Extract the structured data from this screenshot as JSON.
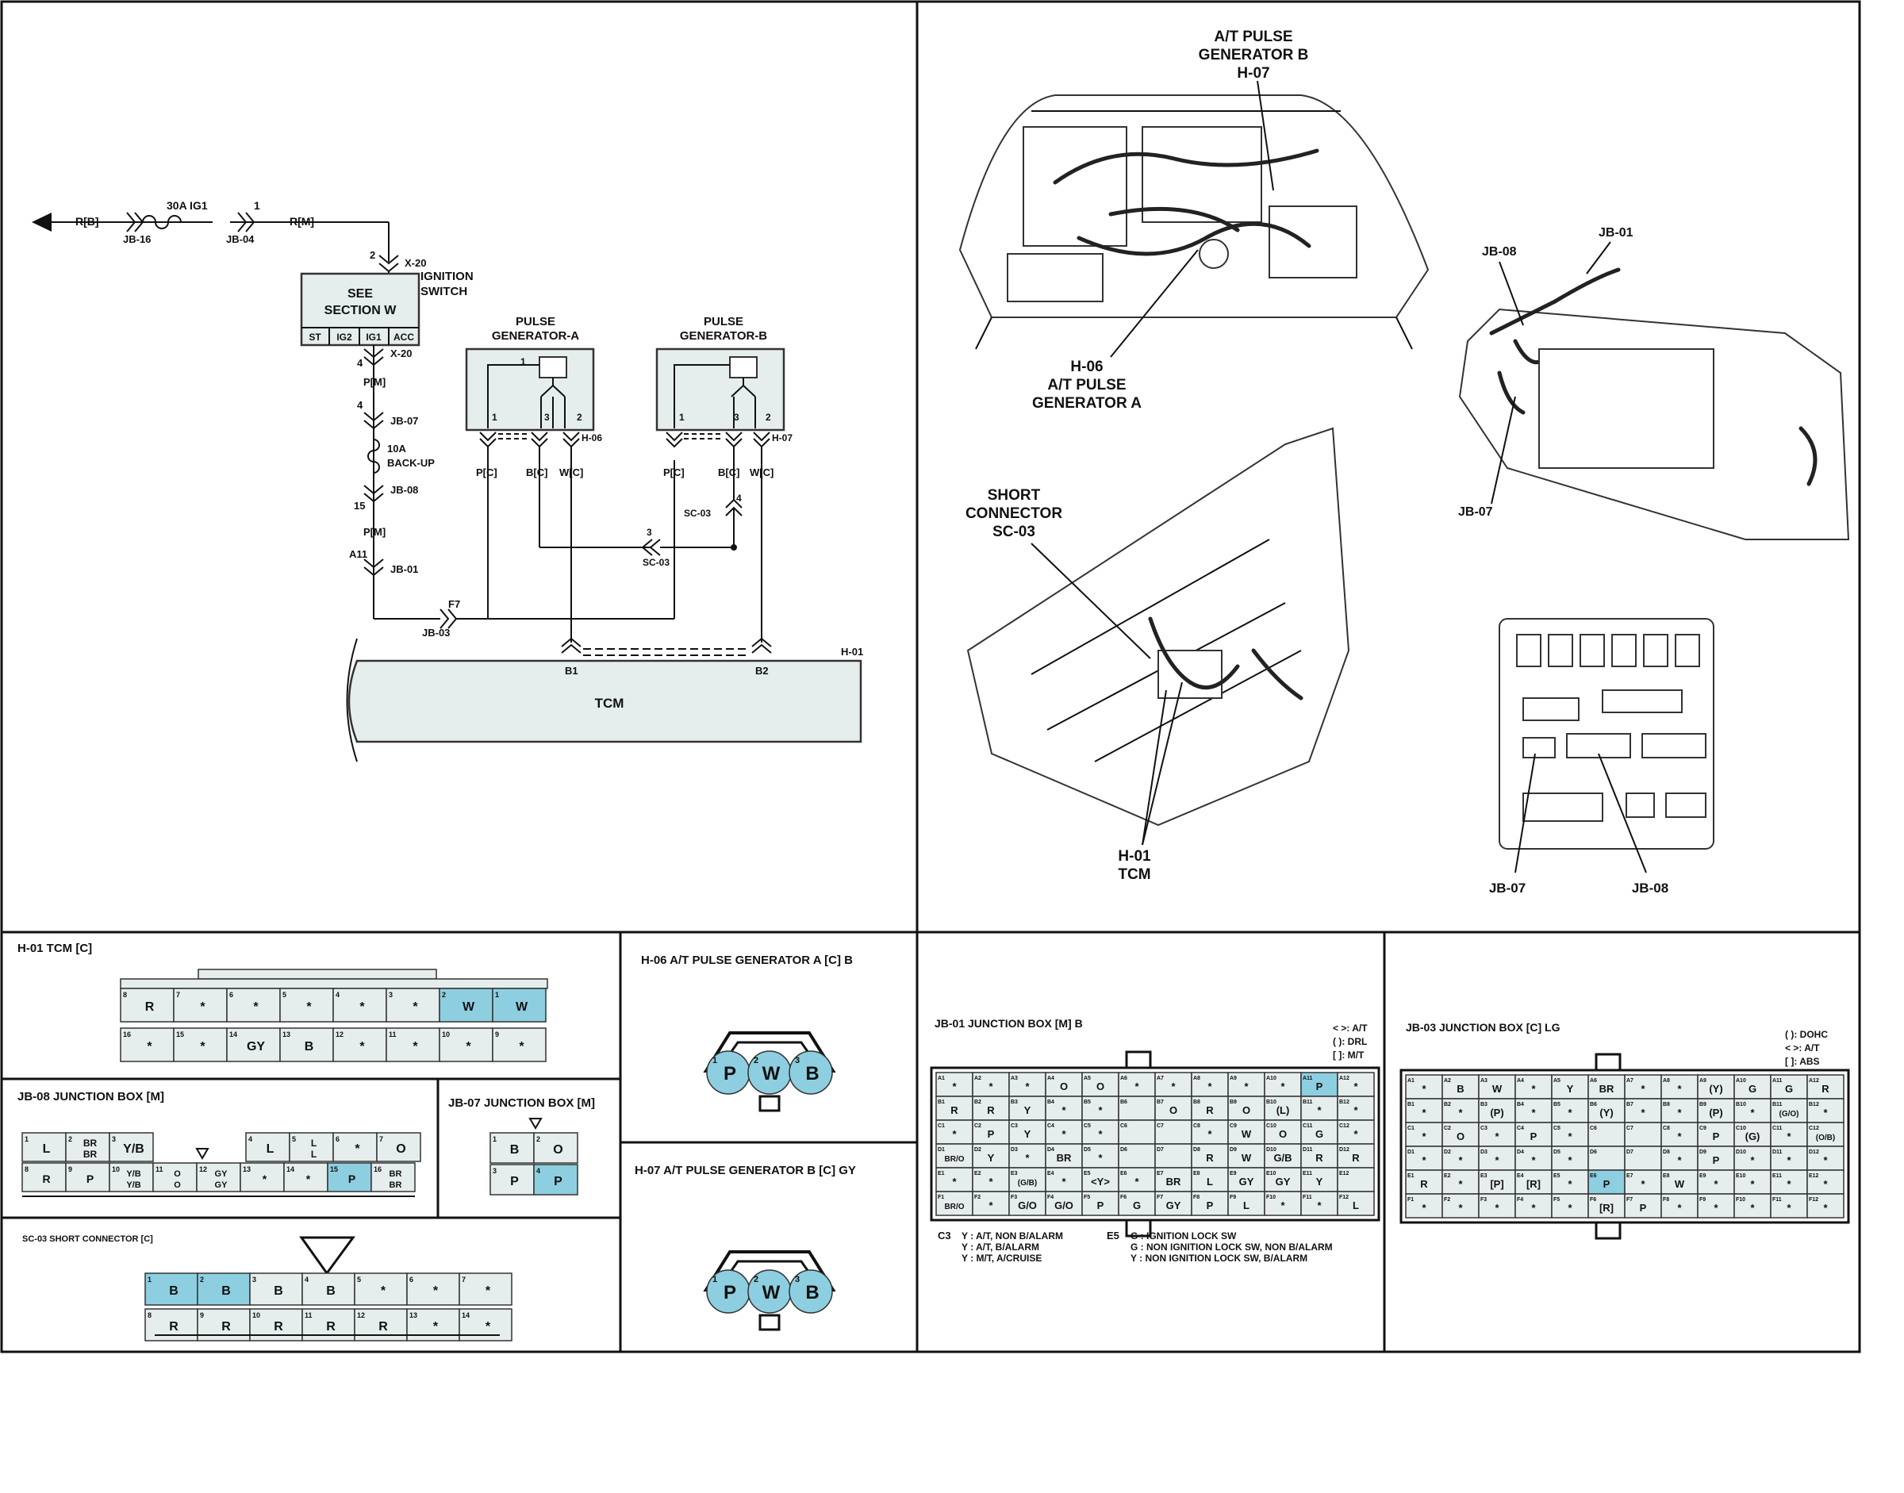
{
  "schematic": {
    "wire_r_b": "R[B]",
    "fuse_30a": "30A IG1",
    "jb16": "JB-16",
    "jb04": "JB-04",
    "jb04_pin": "1",
    "wire_r_m": "R[M]",
    "x20_pin_top": "2",
    "x20_top": "X-20",
    "ign_switch_1": "IGNITION",
    "ign_switch_2": "SWITCH",
    "see_1": "SEE",
    "see_2": "SECTION W",
    "sw_st": "ST",
    "sw_ig2": "IG2",
    "sw_ig1": "IG1",
    "sw_acc": "ACC",
    "x20_pin_bot": "4",
    "x20_bot": "X-20",
    "wire_p_m_1": "P[M]",
    "jb07_pin": "4",
    "jb07": "JB-07",
    "fuse_10a_1": "10A",
    "fuse_10a_2": "BACK-UP",
    "jb08_pin": "15",
    "jb08": "JB-08",
    "wire_p_m_2": "P[M]",
    "jb01_pin": "A11",
    "jb01": "JB-01",
    "jb03_pin": "F7",
    "jb03": "JB-03",
    "pga_title_1": "PULSE",
    "pga_title_2": "GENERATOR-A",
    "pgb_title_1": "PULSE",
    "pgb_title_2": "GENERATOR-B",
    "pin1": "1",
    "pin2": "2",
    "pin3": "3",
    "h06": "H-06",
    "h07": "H-07",
    "wire_p_c": "P[C]",
    "wire_b_c": "B[C]",
    "wire_w_c": "W[C]",
    "sc03_pin4": "4",
    "sc03_pin3": "3",
    "sc03": "SC-03",
    "h01": "H-01",
    "tcm_b1": "B1",
    "tcm_b2": "B2",
    "tcm": "TCM"
  },
  "locator": {
    "atpgb_1": "A/T PULSE",
    "atpgb_2": "GENERATOR B",
    "atpgb_3": "H-07",
    "h06_1": "H-06",
    "h06_2": "A/T PULSE",
    "h06_3": "GENERATOR A",
    "jb08": "JB-08",
    "jb01": "JB-01",
    "jb07": "JB-07",
    "short_1": "SHORT",
    "short_2": "CONNECTOR",
    "short_3": "SC-03",
    "h01_1": "H-01",
    "h01_2": "TCM",
    "jb07_b": "JB-07",
    "jb08_b": "JB-08"
  },
  "connectors": {
    "h01": {
      "title": "H-01 TCM [C]",
      "top": [
        {
          "n": "8",
          "v": "R"
        },
        {
          "n": "7",
          "v": "*"
        },
        {
          "n": "6",
          "v": "*"
        },
        {
          "n": "5",
          "v": "*"
        },
        {
          "n": "4",
          "v": "*"
        },
        {
          "n": "3",
          "v": "*"
        },
        {
          "n": "2",
          "v": "W",
          "hl": true
        },
        {
          "n": "1",
          "v": "W",
          "hl": true
        }
      ],
      "bottom": [
        {
          "n": "16",
          "v": "*"
        },
        {
          "n": "15",
          "v": "*"
        },
        {
          "n": "14",
          "v": "GY"
        },
        {
          "n": "13",
          "v": "B"
        },
        {
          "n": "12",
          "v": "*"
        },
        {
          "n": "11",
          "v": "*"
        },
        {
          "n": "10",
          "v": "*"
        },
        {
          "n": "9",
          "v": "*"
        }
      ]
    },
    "h06": {
      "title": "H-06 A/T PULSE GENERATOR A [C] B",
      "pins": [
        {
          "n": "1",
          "v": "P"
        },
        {
          "n": "2",
          "v": "W"
        },
        {
          "n": "3",
          "v": "B"
        }
      ]
    },
    "h07": {
      "title": "H-07 A/T PULSE GENERATOR B [C] GY",
      "pins": [
        {
          "n": "1",
          "v": "P"
        },
        {
          "n": "2",
          "v": "W"
        },
        {
          "n": "3",
          "v": "B"
        }
      ]
    },
    "jb08": {
      "title": "JB-08 JUNCTION BOX [M]",
      "top": [
        {
          "n": "1",
          "v": "L"
        },
        {
          "n": "2",
          "v": "BR BR"
        },
        {
          "n": "3",
          "v": "Y/B"
        },
        {
          "n": "4",
          "v": "L"
        },
        {
          "n": "5",
          "v": "L L"
        },
        {
          "n": "6",
          "v": "*"
        },
        {
          "n": "7",
          "v": "O"
        }
      ],
      "bottom": [
        {
          "n": "8",
          "v": "R"
        },
        {
          "n": "9",
          "v": "P"
        },
        {
          "n": "10",
          "v": "Y/B Y/B"
        },
        {
          "n": "11",
          "v": "O O"
        },
        {
          "n": "12",
          "v": "GY GY"
        },
        {
          "n": "13",
          "v": "*"
        },
        {
          "n": "14",
          "v": "*"
        },
        {
          "n": "15",
          "v": "P",
          "hl": true
        },
        {
          "n": "16",
          "v": "BR BR"
        }
      ]
    },
    "jb07": {
      "title": "JB-07 JUNCTION BOX [M]",
      "cells": [
        {
          "n": "1",
          "v": "B"
        },
        {
          "n": "2",
          "v": "O"
        },
        {
          "n": "3",
          "v": "P"
        },
        {
          "n": "4",
          "v": "P",
          "hl": true
        }
      ]
    },
    "sc03": {
      "title": "SC-03 SHORT CONNECTOR [C]",
      "top": [
        {
          "n": "1",
          "v": "B",
          "hl": true
        },
        {
          "n": "2",
          "v": "B",
          "hl": true
        },
        {
          "n": "3",
          "v": "B"
        },
        {
          "n": "4",
          "v": "B"
        },
        {
          "n": "5",
          "v": "*"
        },
        {
          "n": "6",
          "v": "*"
        },
        {
          "n": "7",
          "v": "*"
        }
      ],
      "bottom": [
        {
          "n": "8",
          "v": "R"
        },
        {
          "n": "9",
          "v": "R"
        },
        {
          "n": "10",
          "v": "R"
        },
        {
          "n": "11",
          "v": "R"
        },
        {
          "n": "12",
          "v": "R"
        },
        {
          "n": "13",
          "v": "*"
        },
        {
          "n": "14",
          "v": "*"
        }
      ]
    },
    "jb01": {
      "title": "JB-01 JUNCTION BOX [M] B",
      "legend": [
        "< >: A/T",
        "( ): DRL",
        "[ ]: M/T"
      ],
      "notes_c3": [
        "Y : A/T, NON B/ALARM",
        "Y : A/T, B/ALARM",
        "Y : M/T, A/CRUISE"
      ],
      "notes_c3_label": "C3",
      "notes_e5": [
        "G : IGNITION LOCK SW",
        "G : NON IGNITION LOCK SW, NON B/ALARM",
        "Y : NON IGNITION LOCK SW, B/ALARM"
      ],
      "notes_e5_label": "E5",
      "rows": [
        {
          "r": "A",
          "cells": [
            "*",
            "*",
            "*",
            "O",
            "O",
            "*",
            "*",
            "*",
            "*",
            "*",
            "P",
            "*"
          ],
          "hl": [
            10
          ]
        },
        {
          "r": "B",
          "cells": [
            "R",
            "R",
            "Y",
            "*",
            "*",
            "",
            "O",
            "R",
            "O",
            "(L)",
            "*",
            "*"
          ]
        },
        {
          "r": "C",
          "cells": [
            "*",
            "P",
            "Y",
            "*",
            "*",
            "",
            "",
            "*",
            "W",
            "O",
            "G",
            "*"
          ]
        },
        {
          "r": "D",
          "cells": [
            "BR/O",
            "Y",
            "*",
            "BR",
            "*",
            "",
            "",
            "R",
            "W",
            "G/B",
            "R",
            "R"
          ]
        },
        {
          "r": "E",
          "cells": [
            "*",
            "*",
            "(G/B)",
            "*",
            "<Y>",
            "*",
            "BR",
            "L",
            "GY",
            "GY",
            "Y",
            ""
          ]
        },
        {
          "r": "F",
          "cells": [
            "BR/O",
            "*",
            "G/O",
            "G/O",
            "P",
            "G",
            "GY",
            "P",
            "L",
            "*",
            "*",
            "L"
          ]
        }
      ]
    },
    "jb03": {
      "title": "JB-03 JUNCTION BOX [C] LG",
      "legend": [
        "( ): DOHC",
        "< >: A/T",
        "[ ]: ABS"
      ],
      "rows": [
        {
          "r": "A",
          "cells": [
            "*",
            "B",
            "W",
            "*",
            "Y",
            "BR",
            "*",
            "*",
            "(Y)",
            "G",
            "G",
            "R"
          ]
        },
        {
          "r": "B",
          "cells": [
            "*",
            "*",
            "(P)",
            "*",
            "*",
            "(Y)",
            "*",
            "*",
            "(P)",
            "*",
            "(G/O)",
            "*"
          ]
        },
        {
          "r": "C",
          "cells": [
            "*",
            "O",
            "*",
            "P",
            "*",
            "",
            "",
            "*",
            "P",
            "(G)",
            "*",
            "(O/B)"
          ]
        },
        {
          "r": "D",
          "cells": [
            "*",
            "*",
            "*",
            "*",
            "*",
            "",
            "",
            "*",
            "P",
            "*",
            "*",
            "*"
          ]
        },
        {
          "r": "E",
          "cells": [
            "R",
            "*",
            "[P]",
            "[R]",
            "*",
            "P",
            "*",
            "W",
            "*",
            "*",
            "*",
            "*"
          ],
          "hl": [
            5
          ]
        },
        {
          "r": "F",
          "cells": [
            "*",
            "*",
            "*",
            "*",
            "*",
            "[R]",
            "P",
            "*",
            "*",
            "*",
            "*",
            "*"
          ]
        }
      ]
    }
  }
}
